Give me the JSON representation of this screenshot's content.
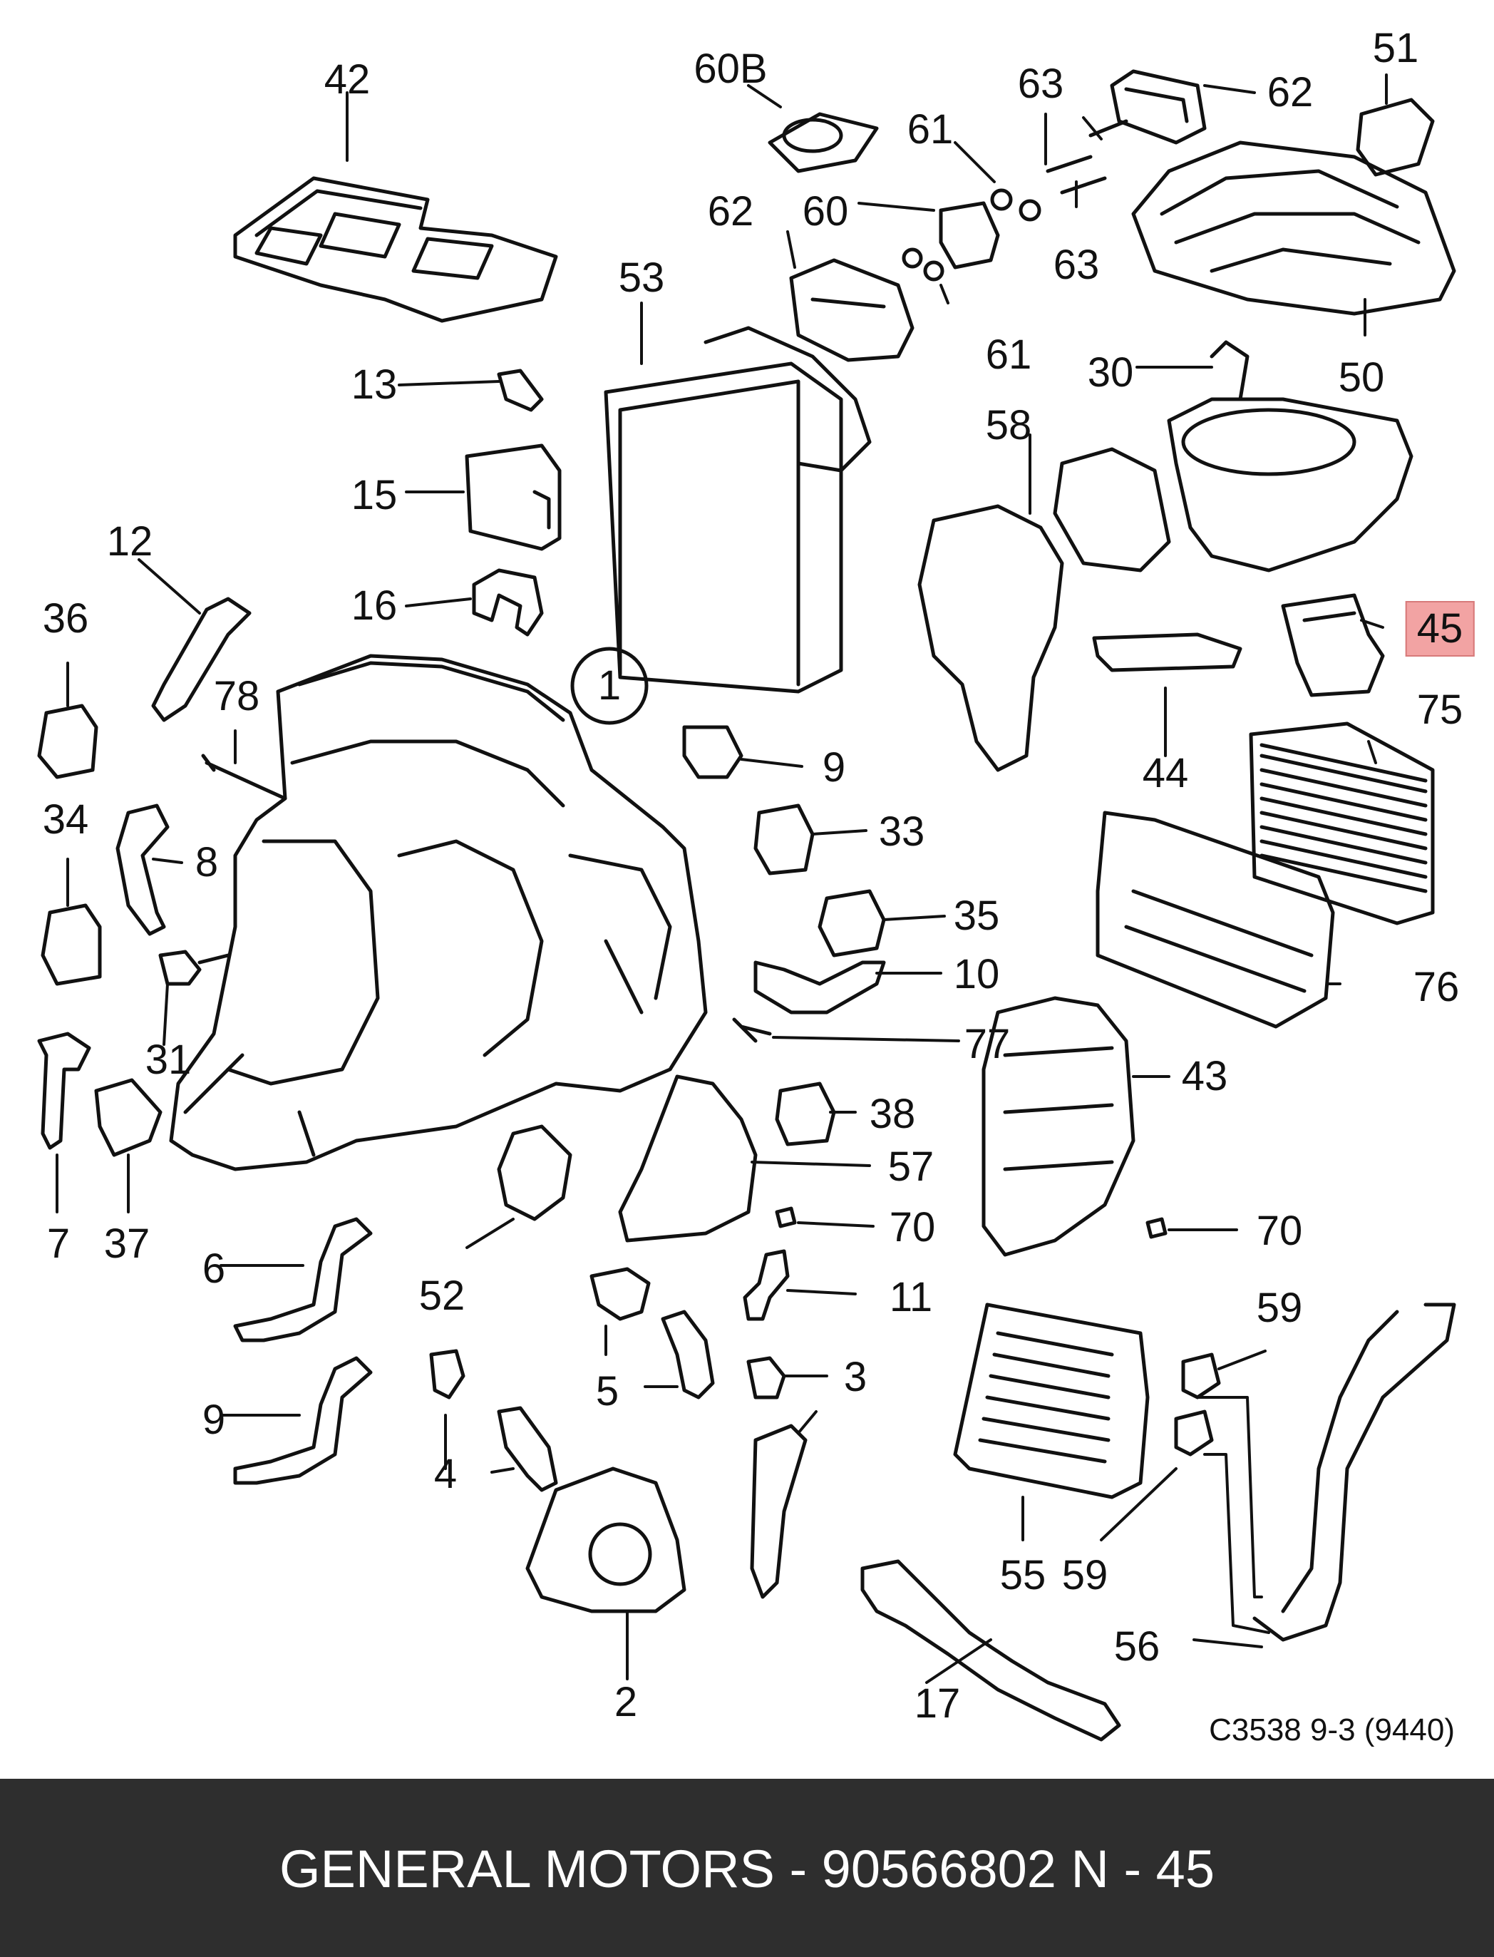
{
  "diagram": {
    "reference_code": "C3538 9-3 (9440)",
    "highlight_color": "#f2a3a3",
    "callouts": [
      {
        "id": "42",
        "label": "42"
      },
      {
        "id": "60B",
        "label": "60B"
      },
      {
        "id": "63a",
        "label": "63"
      },
      {
        "id": "62a",
        "label": "62"
      },
      {
        "id": "51",
        "label": "51"
      },
      {
        "id": "61a",
        "label": "61"
      },
      {
        "id": "60",
        "label": "60"
      },
      {
        "id": "62b",
        "label": "62"
      },
      {
        "id": "63b",
        "label": "63"
      },
      {
        "id": "53",
        "label": "53"
      },
      {
        "id": "61b",
        "label": "61"
      },
      {
        "id": "30",
        "label": "30"
      },
      {
        "id": "50",
        "label": "50"
      },
      {
        "id": "13",
        "label": "13"
      },
      {
        "id": "58",
        "label": "58"
      },
      {
        "id": "15",
        "label": "15"
      },
      {
        "id": "12",
        "label": "12"
      },
      {
        "id": "16",
        "label": "16"
      },
      {
        "id": "45",
        "label": "45",
        "highlight": true
      },
      {
        "id": "36",
        "label": "36"
      },
      {
        "id": "1",
        "label": "1"
      },
      {
        "id": "78",
        "label": "78"
      },
      {
        "id": "75",
        "label": "75"
      },
      {
        "id": "9a",
        "label": "9"
      },
      {
        "id": "44",
        "label": "44"
      },
      {
        "id": "34",
        "label": "34"
      },
      {
        "id": "33",
        "label": "33"
      },
      {
        "id": "8",
        "label": "8"
      },
      {
        "id": "35",
        "label": "35"
      },
      {
        "id": "10",
        "label": "10"
      },
      {
        "id": "76",
        "label": "76"
      },
      {
        "id": "31",
        "label": "31"
      },
      {
        "id": "77",
        "label": "77"
      },
      {
        "id": "43",
        "label": "43"
      },
      {
        "id": "38",
        "label": "38"
      },
      {
        "id": "57",
        "label": "57"
      },
      {
        "id": "7",
        "label": "7"
      },
      {
        "id": "37",
        "label": "37"
      },
      {
        "id": "70a",
        "label": "70"
      },
      {
        "id": "70b",
        "label": "70"
      },
      {
        "id": "6",
        "label": "6"
      },
      {
        "id": "52",
        "label": "52"
      },
      {
        "id": "11",
        "label": "11"
      },
      {
        "id": "59a",
        "label": "59"
      },
      {
        "id": "5",
        "label": "5"
      },
      {
        "id": "3",
        "label": "3"
      },
      {
        "id": "9b",
        "label": "9"
      },
      {
        "id": "4",
        "label": "4"
      },
      {
        "id": "55",
        "label": "55"
      },
      {
        "id": "59b",
        "label": "59"
      },
      {
        "id": "56",
        "label": "56"
      },
      {
        "id": "2",
        "label": "2"
      },
      {
        "id": "17",
        "label": "17"
      }
    ]
  },
  "footer": {
    "text": "GENERAL MOTORS - 90566802   N - 45",
    "background": "#2e2e2e",
    "text_color": "#ffffff"
  }
}
